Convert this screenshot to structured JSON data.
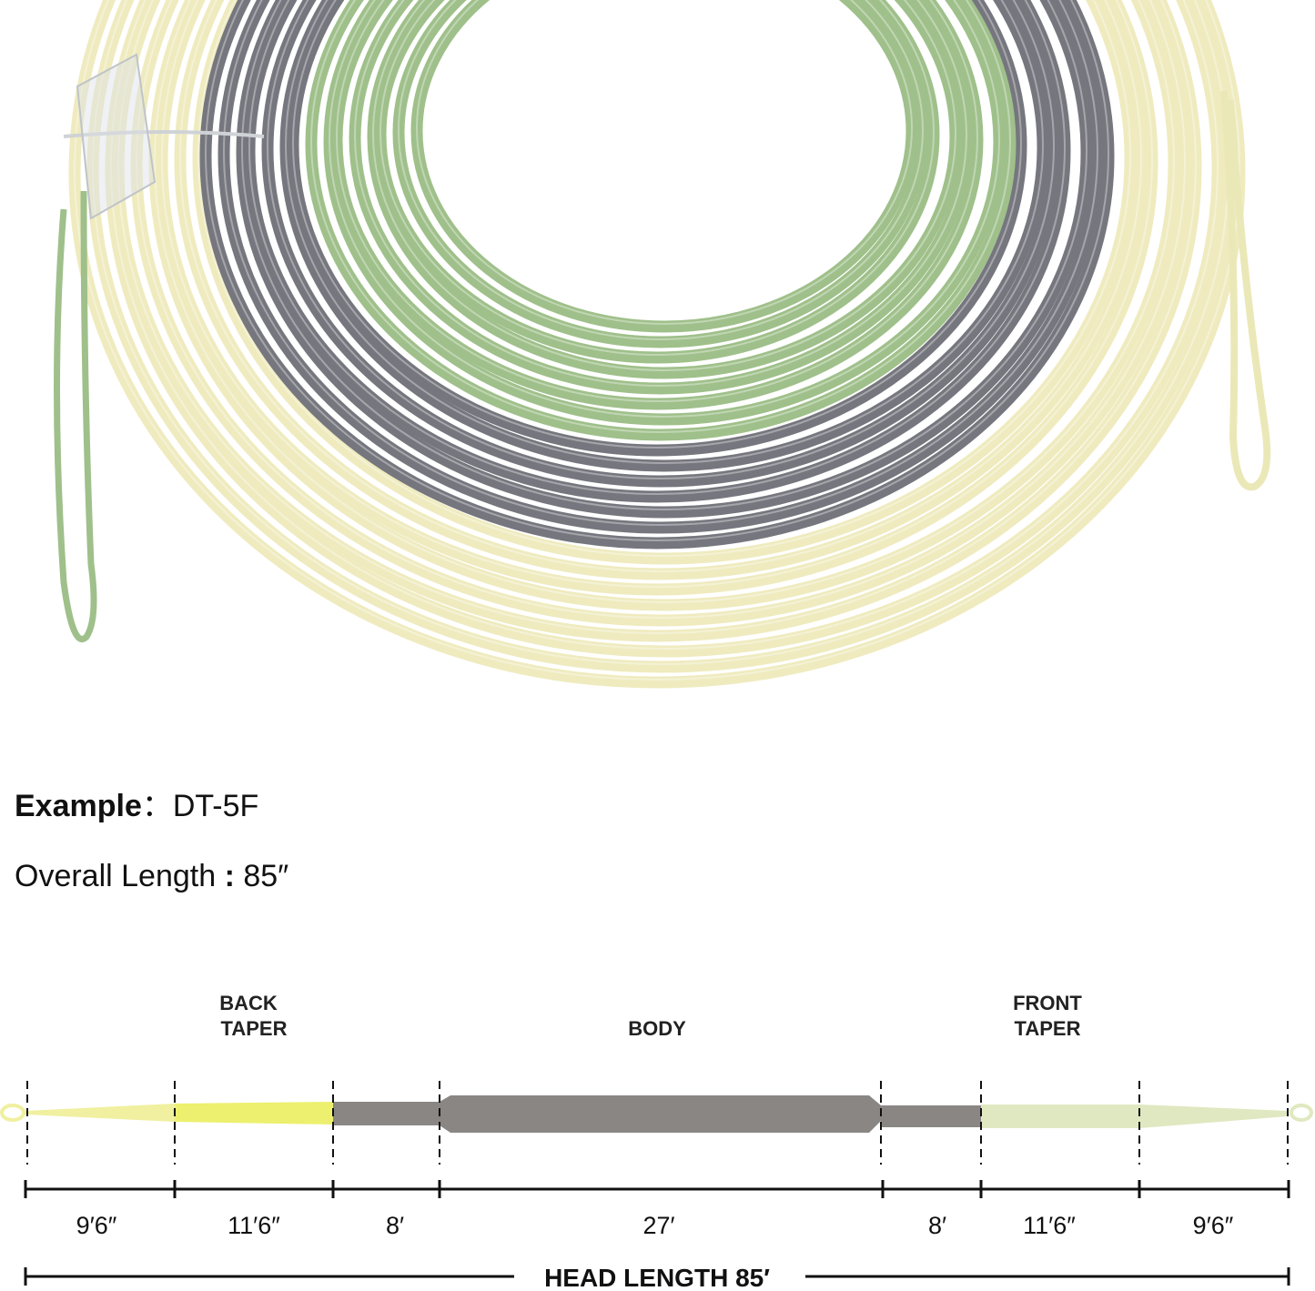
{
  "example": {
    "label": "Example",
    "separator": "：",
    "value": "DT-5F"
  },
  "overall_length": {
    "label": "Overall Length",
    "separator": " : ",
    "value": "85″"
  },
  "segments": {
    "back_taper": [
      "BACK",
      "TAPER"
    ],
    "body": "BODY",
    "front_taper": [
      "FRONT",
      "TAPER"
    ]
  },
  "measurements": [
    "9′6″",
    "11′6″",
    "8′",
    "27′",
    "8′",
    "11′6″",
    "9′6″"
  ],
  "head_length": "HEAD LENGTH 85′",
  "colors": {
    "yellow_line": "#f0f0a0",
    "grey_line": "#8a8684",
    "light_green_line": "#dfe8c0",
    "coil_cream": "#efebbf",
    "coil_grey": "#76767e",
    "coil_green": "#9fc08a"
  }
}
